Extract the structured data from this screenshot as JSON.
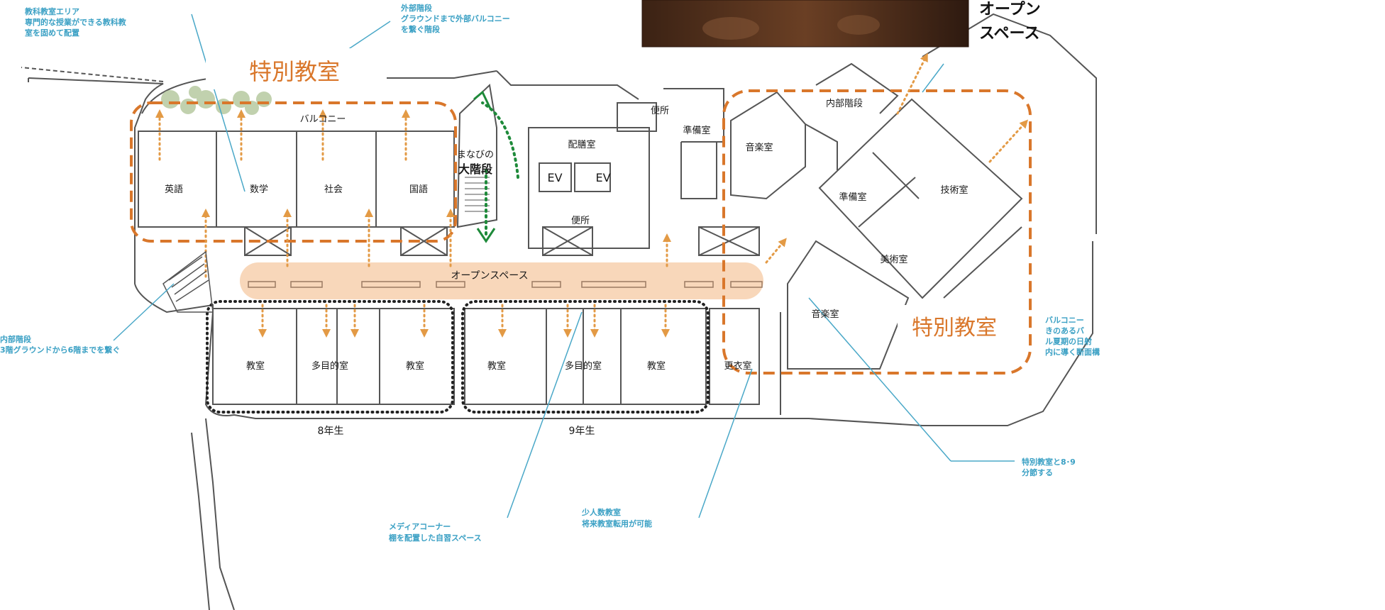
{
  "title_labels": {
    "special_top": "特別教室",
    "special_right": "特別教室"
  },
  "rooms": {
    "balcony": "バルコニー",
    "english": "英語",
    "math": "数学",
    "social": "社会",
    "japanese": "国語",
    "stairs_line1": "まなびの",
    "stairs_line2": "大階段",
    "serving": "配膳室",
    "ev1": "EV",
    "ev2": "EV",
    "toilet_upper": "便所",
    "toilet_lower": "便所",
    "prep_upper": "準備室",
    "music_upper": "音楽室",
    "inner_stairs": "内部階段",
    "prep_right": "準備室",
    "tech": "技術室",
    "art": "美術室",
    "open_space": "オープンスペース",
    "music_lower": "音楽室",
    "class1": "教室",
    "multi1": "多目的室",
    "class2": "教室",
    "class3": "教室",
    "multi2": "多目的室",
    "class4": "教室",
    "locker": "更衣室",
    "grade8": "8年生",
    "grade9": "9年生"
  },
  "notes": {
    "subject_area": [
      "教科教室エリア",
      "専門的な授業ができる教科教",
      "室を固めて配置"
    ],
    "outer_stairs": [
      "外部階段",
      "グラウンドまで外部バルコニー",
      "を繋ぐ階段"
    ],
    "inner_stairs": [
      "内部階段",
      "3階グラウンドから6階までを繋ぐ"
    ],
    "media_corner": [
      "メディアコーナー",
      "棚を配置した自習スペース"
    ],
    "small_class": [
      "少人数教室",
      "将来教室転用が可能"
    ],
    "balcony_right": [
      "バルコニー",
      "きのあるバ",
      "ル夏期の日射",
      "内に導く断面構"
    ],
    "special_divide": [
      "特別教室と8･9",
      "分節する"
    ]
  },
  "photo_caption": [
    "オープン",
    "スペース"
  ],
  "colors": {
    "orange": "#d9772b",
    "orange_light": "#f8d5b6",
    "green_arrow": "#1e8a3a",
    "cyan": "#4aa8c8",
    "line": "#555555",
    "dots": "#222222"
  }
}
